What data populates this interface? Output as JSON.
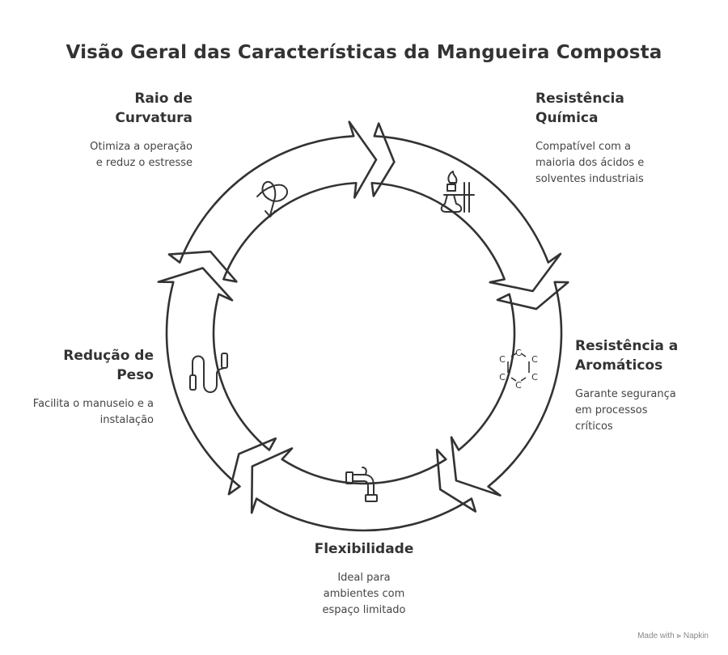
{
  "title": "Visão Geral das Características da Mangueira Composta",
  "items": [
    {
      "heading": "Raio de Curvatura",
      "description": "Otimiza a operação e reduz o estresse",
      "icon": "infinity-arrow-icon"
    },
    {
      "heading": "Resistência Química",
      "description": "Compatível com a maioria dos ácidos e solventes industriais",
      "icon": "bunsen-burner-icon"
    },
    {
      "heading": "Resistência a Aromáticos",
      "description": "Garante segurança em processos críticos",
      "icon": "benzene-ring-icon"
    },
    {
      "heading": "Flexibilidade",
      "description": "Ideal para ambientes com espaço limitado",
      "icon": "pipe-icon"
    },
    {
      "heading": "Redução de Peso",
      "description": "Facilita o manuseio e a instalação",
      "icon": "jump-rope-icon"
    }
  ],
  "benzene_atom": "C",
  "footer": "Made with ⫸ Napkin"
}
